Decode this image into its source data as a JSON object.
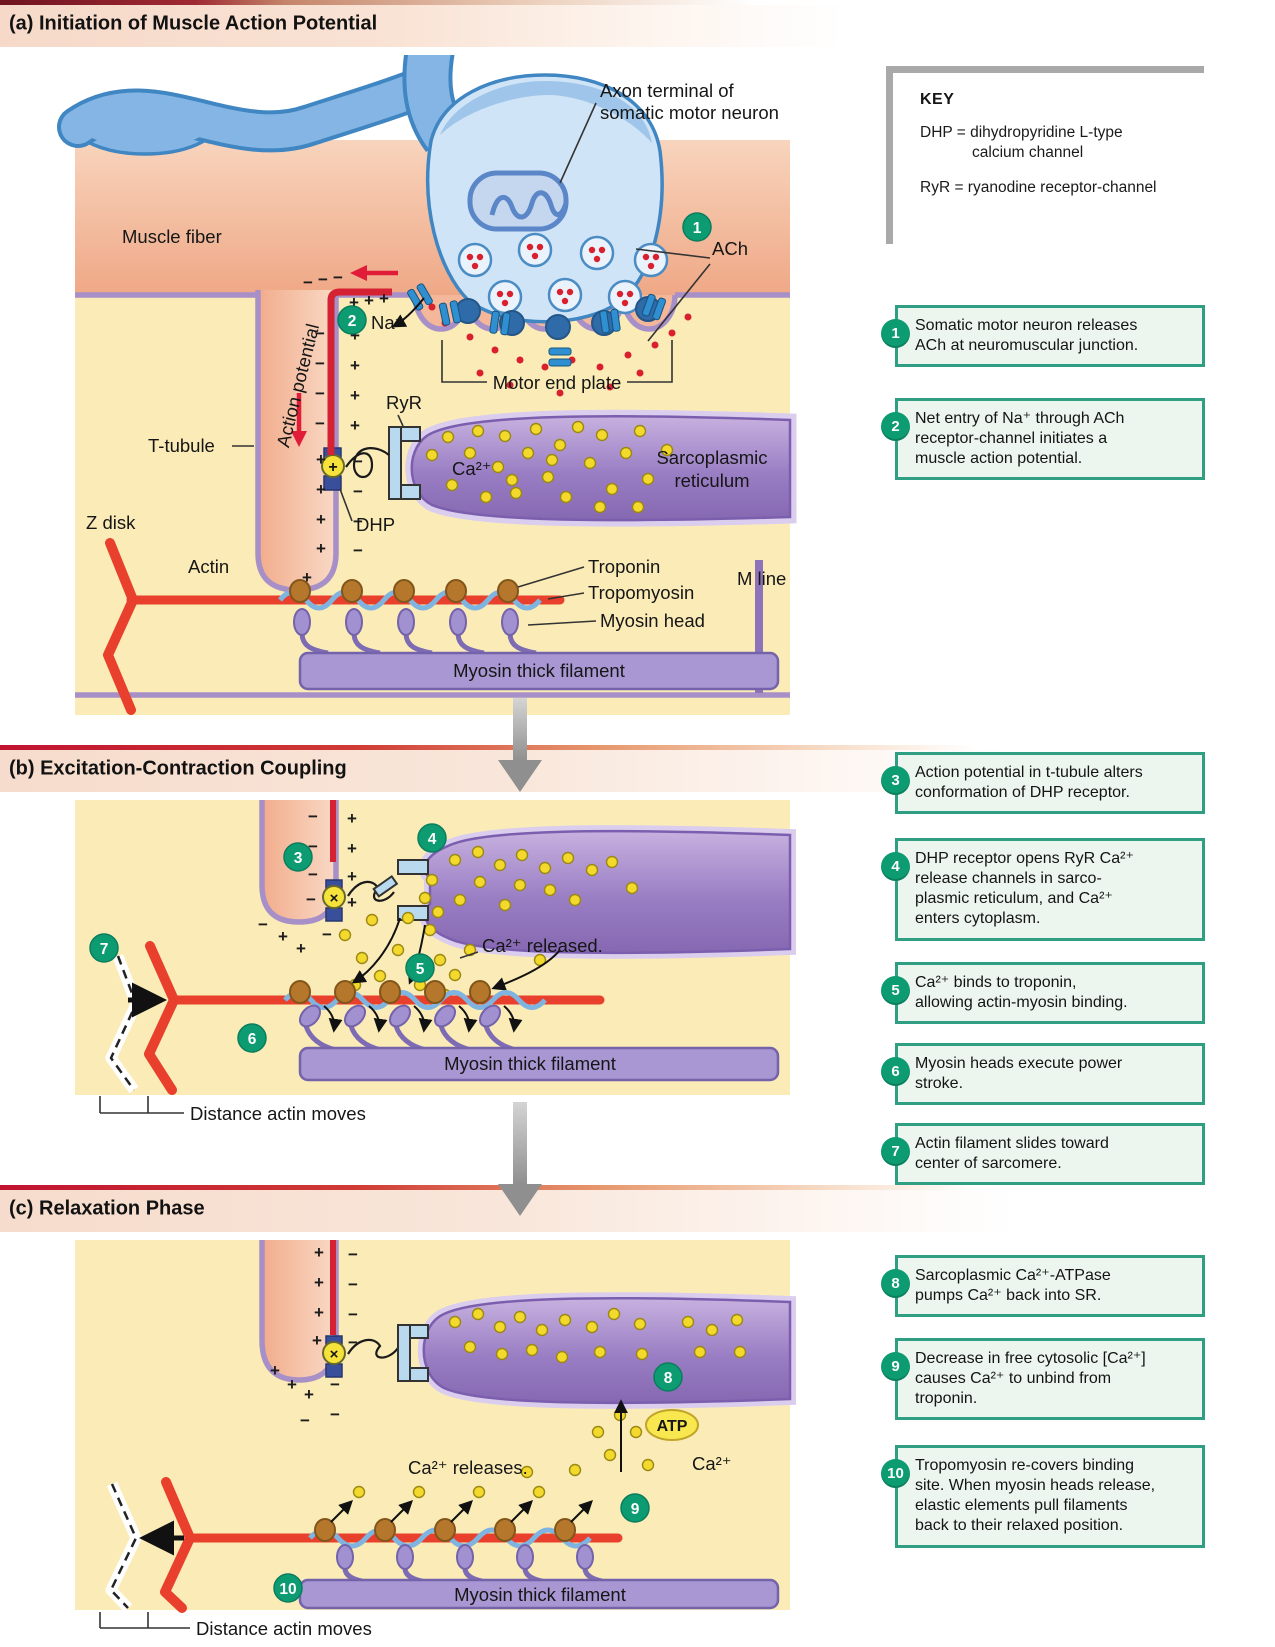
{
  "palette": {
    "accent_green": "#0d9b72",
    "step_border": "#2f9e82",
    "step_bg": "#edf5ef",
    "cytoplasm_yellow": "#fbecb7",
    "muscle_peach": "#f2b295",
    "sr_purple": "#9a7ec4",
    "membrane_purple": "#a78fc7",
    "axon_blue": "#7fb2e2",
    "ap_red": "#d52233",
    "actin_red": "#e8402c",
    "ca_yellow": "#f3d92b"
  },
  "glyphs": {
    "plus": "+",
    "minus": "−",
    "x": "×"
  },
  "sections": {
    "a": {
      "title": "(a) Initiation of Muscle Action Potential"
    },
    "b": {
      "title": "(b) Excitation-Contraction Coupling"
    },
    "c": {
      "title": "(c) Relaxation Phase"
    }
  },
  "key": {
    "title": "KEY",
    "dhp_line1": "DHP = dihydropyridine L-type",
    "dhp_line2": "calcium channel",
    "ryr_line": "RyR = ryanodine receptor-channel"
  },
  "steps": [
    {
      "num": "1",
      "text": "Somatic motor neuron releases\nACh at neuromuscular junction."
    },
    {
      "num": "2",
      "text": "Net entry of Na⁺ through ACh\nreceptor-channel initiates a\nmuscle action potential."
    },
    {
      "num": "3",
      "text": "Action potential in t-tubule alters\nconformation of DHP receptor."
    },
    {
      "num": "4",
      "text": "DHP receptor opens RyR Ca²⁺\nrelease channels in sarco-\nplasmic reticulum, and Ca²⁺\nenters cytoplasm."
    },
    {
      "num": "5",
      "text": "Ca²⁺ binds to troponin,\nallowing actin-myosin binding."
    },
    {
      "num": "6",
      "text": "Myosin heads execute power\nstroke."
    },
    {
      "num": "7",
      "text": "Actin filament slides toward\ncenter of sarcomere."
    },
    {
      "num": "8",
      "text": "Sarcoplasmic Ca²⁺-ATPase\npumps Ca²⁺ back into SR."
    },
    {
      "num": "9",
      "text": "Decrease in free cytosolic [Ca²⁺]\ncauses Ca²⁺ to unbind from\ntroponin."
    },
    {
      "num": "10",
      "text": "Tropomyosin re-covers binding\nsite. When myosin heads release,\nelastic elements pull filaments\nback to their relaxed position."
    }
  ],
  "panel_a": {
    "badges": {
      "b1": "1",
      "b2": "2"
    },
    "labels": {
      "axon_terminal_line1": "Axon terminal of",
      "axon_terminal_line2": "somatic motor neuron",
      "muscle_fiber": "Muscle fiber",
      "action_potential": "Action potential",
      "ach": "ACh",
      "na": "Na⁺",
      "motor_end_plate": "Motor end plate",
      "t_tubule": "T-tubule",
      "ryr": "RyR",
      "ca": "Ca²⁺",
      "sr_line1": "Sarcoplasmic",
      "sr_line2": "reticulum",
      "dhp": "DHP",
      "z_disk": "Z disk",
      "actin": "Actin",
      "troponin": "Troponin",
      "tropomyosin": "Tropomyosin",
      "myosin_head": "Myosin head",
      "m_line": "M line",
      "thick_filament": "Myosin thick filament"
    }
  },
  "panel_b": {
    "badges": {
      "b3": "3",
      "b4": "4",
      "b5": "5",
      "b6": "6",
      "b7": "7"
    },
    "labels": {
      "ca_released": "Ca²⁺ released.",
      "thick_filament": "Myosin thick filament",
      "distance": "Distance actin moves"
    }
  },
  "panel_c": {
    "badges": {
      "b8": "8",
      "b9": "9",
      "b10": "10"
    },
    "labels": {
      "atp": "ATP",
      "ca_releases": "Ca²⁺ releases.",
      "ca": "Ca²⁺",
      "thick_filament": "Myosin thick filament",
      "distance": "Distance actin moves"
    }
  }
}
